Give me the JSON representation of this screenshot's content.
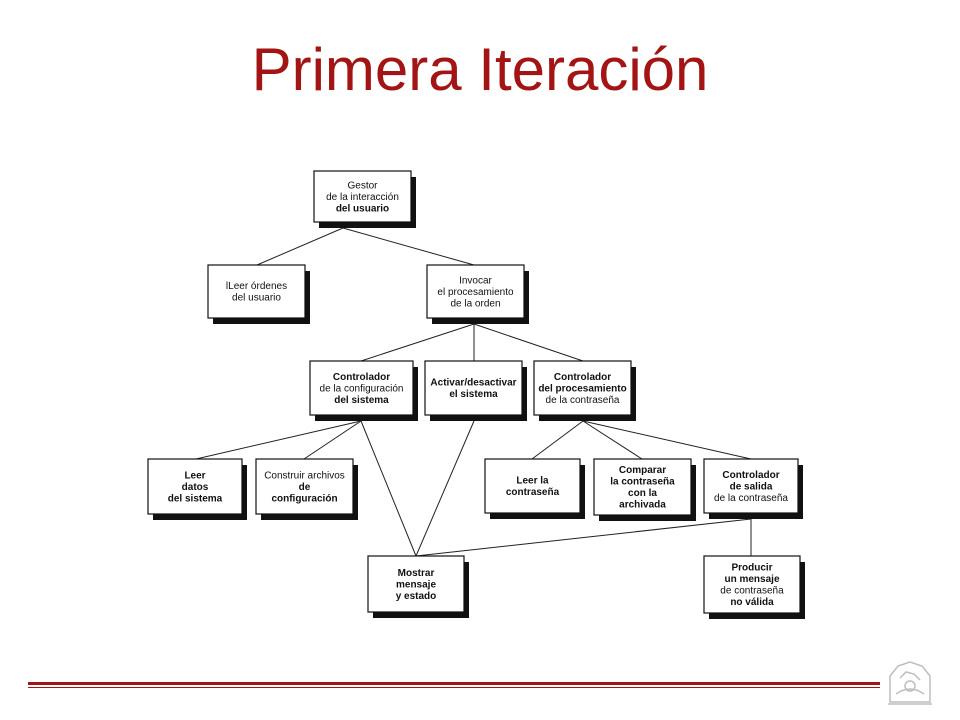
{
  "slide": {
    "title": "Primera Iteración",
    "title_color": "#a31515",
    "rule_color": "#a31515"
  },
  "diagram": {
    "nodes": [
      {
        "id": "gestor",
        "lines": [
          {
            "t": "Gestor",
            "b": false
          },
          {
            "t": "de la interacción",
            "b": false
          },
          {
            "t": "del usuario",
            "b": true
          }
        ]
      },
      {
        "id": "leer-ordenes",
        "lines": [
          {
            "t": "lLeer órdenes",
            "b": false
          },
          {
            "t": "del usuario",
            "b": false
          }
        ]
      },
      {
        "id": "invocar",
        "lines": [
          {
            "t": "Invocar",
            "b": false
          },
          {
            "t": "el procesamiento",
            "b": false
          },
          {
            "t": "de la orden",
            "b": false
          }
        ]
      },
      {
        "id": "ctrl-config",
        "lines": [
          {
            "t": "Controlador",
            "b": true
          },
          {
            "t": "de la configuración",
            "b": false
          },
          {
            "t": "del sistema",
            "b": true
          }
        ]
      },
      {
        "id": "activar",
        "lines": [
          {
            "t": "Activar/desactivar",
            "b": true
          },
          {
            "t": "el sistema",
            "b": true
          }
        ]
      },
      {
        "id": "ctrl-proc",
        "lines": [
          {
            "t": "Controlador",
            "b": true
          },
          {
            "t": "del procesamiento",
            "b": true
          },
          {
            "t": "de la contraseña",
            "b": false
          }
        ]
      },
      {
        "id": "leer-datos",
        "lines": [
          {
            "t": "Leer",
            "b": true
          },
          {
            "t": "datos",
            "b": true
          },
          {
            "t": "del sistema",
            "b": true
          }
        ]
      },
      {
        "id": "construir",
        "lines": [
          {
            "t": "Construir archivos",
            "b": false
          },
          {
            "t": "de",
            "b": true
          },
          {
            "t": "configuración",
            "b": true
          }
        ]
      },
      {
        "id": "leer-contrasena",
        "lines": [
          {
            "t": "Leer la",
            "b": true
          },
          {
            "t": "contraseña",
            "b": true
          }
        ]
      },
      {
        "id": "comparar",
        "lines": [
          {
            "t": "Comparar",
            "b": true
          },
          {
            "t": "la contraseña",
            "b": true
          },
          {
            "t": "con la",
            "b": true
          },
          {
            "t": "archivada",
            "b": true
          }
        ]
      },
      {
        "id": "ctrl-salida",
        "lines": [
          {
            "t": "Controlador",
            "b": true
          },
          {
            "t": "de salida",
            "b": true
          },
          {
            "t": "de la contraseña",
            "b": false
          }
        ]
      },
      {
        "id": "mostrar",
        "lines": [
          {
            "t": "Mostrar",
            "b": true
          },
          {
            "t": "mensaje",
            "b": true
          },
          {
            "t": "y estado",
            "b": true
          }
        ]
      },
      {
        "id": "producir",
        "lines": [
          {
            "t": "Producir",
            "b": true
          },
          {
            "t": "un mensaje",
            "b": true
          },
          {
            "t": "de contraseña",
            "b": false
          },
          {
            "t": "no válida",
            "b": true
          }
        ]
      }
    ],
    "edges": [
      [
        "gestor",
        "leer-ordenes"
      ],
      [
        "gestor",
        "invocar"
      ],
      [
        "invocar",
        "ctrl-config"
      ],
      [
        "invocar",
        "activar"
      ],
      [
        "invocar",
        "ctrl-proc"
      ],
      [
        "ctrl-config",
        "leer-datos"
      ],
      [
        "ctrl-config",
        "construir"
      ],
      [
        "ctrl-config",
        "mostrar"
      ],
      [
        "activar",
        "mostrar"
      ],
      [
        "ctrl-proc",
        "leer-contrasena"
      ],
      [
        "ctrl-proc",
        "comparar"
      ],
      [
        "ctrl-proc",
        "ctrl-salida"
      ],
      [
        "ctrl-salida",
        "mostrar"
      ],
      [
        "ctrl-salida",
        "producir"
      ]
    ]
  }
}
